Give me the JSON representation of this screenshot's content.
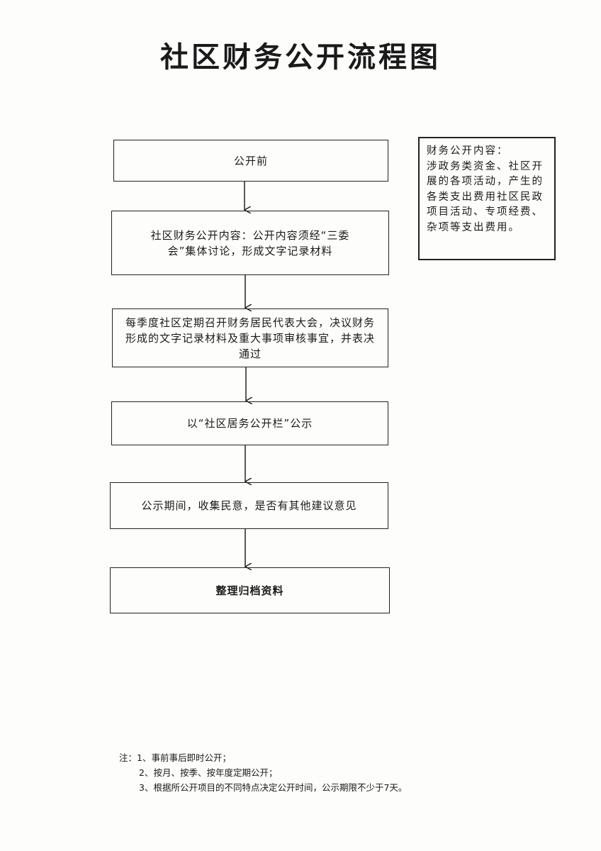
{
  "title": "社区财务公开流程图",
  "steps": [
    "公开前",
    "社区财务公开内容：公开内容须经“三委会”集体讨论，形成文字记录材料",
    "每季度社区定期召开财务居民代表大会，决议财务形成的文字记录材料及重大事项审核事宜，并表决通过",
    "以“社区居务公开栏”公示",
    "公示期间，收集民意，是否有其他建议意见",
    "整理归档资料"
  ],
  "side_note": {
    "heading": "财务公开内容：",
    "body": "涉政务类资金、社区开展的各项活动，产生的各类支出费用社区民政项目活动、专项经费、杂项等支出费用。"
  },
  "notes": {
    "label": "注：",
    "items": [
      "1、事前事后即时公开；",
      "2、按月、按季、按年度定期公开；",
      "3、根据所公开项目的不同特点决定公开时间，公示期限不少于7天。"
    ]
  }
}
